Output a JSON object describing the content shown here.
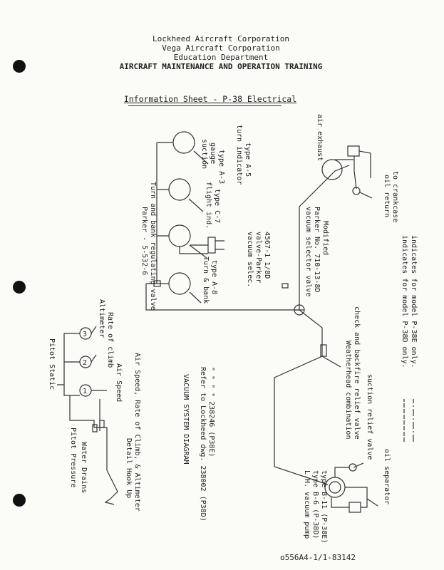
{
  "header": {
    "line1": "Lockheed Aircraft Corporation",
    "line2": "Vega Aircraft Corporation",
    "line3": "Education Department",
    "line4": "AIRCRAFT MAINTENANCE AND OPERATION TRAINING",
    "subtitle": "Information Sheet - P-38 Electrical"
  },
  "labels": {
    "suction_gauge": "suction",
    "suction_gauge2": "gauge",
    "suction_gauge3": "type A-3",
    "turn_indicator": "turn indicator",
    "turn_indicator2": "type A-5",
    "flight_ind": "flight ind.",
    "flight_ind2": "type C-7",
    "turn_bank_valve": "Turn and bank regulating valve",
    "turn_bank_valve2": "Parker - 5-532-6",
    "turn_bank": "Turn & bank",
    "turn_bank2": "type A-8",
    "vacuum_selec": "vacuum selec.",
    "vacuum_selec2": "valve-Parker",
    "vacuum_selec3": "4567-1 1/8D",
    "air_exhaust": "air exhaust",
    "oil_return": "oil return",
    "oil_return2": "to crankcase",
    "vac_selector_valve": "vacuum selector valve",
    "vac_selector_valve2": "Parker No. 710-13-8D",
    "vac_selector_valve3": "Modified",
    "legend_1": "indicates for model P-38D only.",
    "legend_2": "indicates for model P-38E only.",
    "weatherhead": "Weatherhead combination",
    "weatherhead2": "check and backfire relief valve",
    "suction_relief": "suction relief valve",
    "oil_separator": "oil separator",
    "pump": "L.H. vacuum pump",
    "pump2": "type B-6 (P-38D)",
    "pump3": "type B-11 (P-38E)",
    "pitot_static": "Pitot Static",
    "altimeter": "Altimeter",
    "rate_of_climb": "Rate of climb",
    "air_speed": "Air Speed",
    "pitot_pressure": "Pitot Pressure",
    "water_drains": "Water Drains",
    "detail_hookup": "Detail Hook Up",
    "detail_hookup2": "Air Speed, Rate of Climb, & Altimeter",
    "diagram_title": "VACUUM SYSTEM DIAGRAM",
    "refer1": "Refer to Lockheed dwg. 238002 (P38D)",
    "refer2": "\"      \"      \"      \"   238246 (P38E)",
    "gauge_3": "3",
    "gauge_2": "2",
    "gauge_1": "1",
    "doc_number": "o556A4-1/1-83142"
  }
}
